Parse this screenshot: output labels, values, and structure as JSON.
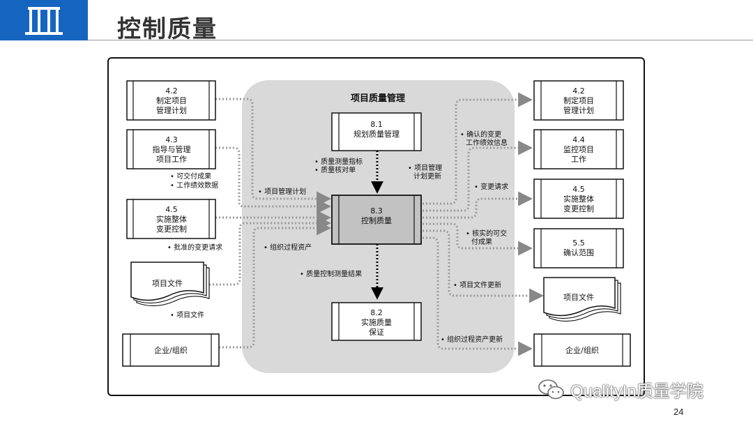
{
  "header": {
    "title": "控制质量"
  },
  "page_number": "24",
  "watermark": "QualityIn质量学院",
  "diagram": {
    "group_title": "项目质量管理",
    "left_boxes": [
      {
        "id": "l42",
        "lines": [
          "4.2",
          "制定项目",
          "管理计划"
        ]
      },
      {
        "id": "l43",
        "lines": [
          "4.3",
          "指导与管理",
          "项目工作"
        ]
      },
      {
        "id": "l45",
        "lines": [
          "4.5",
          "实施整体",
          "变更控制"
        ]
      },
      {
        "id": "ldoc",
        "lines": [
          "项目文件"
        ]
      },
      {
        "id": "lorg",
        "lines": [
          "企业/组织"
        ]
      }
    ],
    "center_boxes": [
      {
        "id": "c81",
        "lines": [
          "8.1",
          "规划质量管理"
        ]
      },
      {
        "id": "c83",
        "lines": [
          "8.3",
          "控制质量"
        ]
      },
      {
        "id": "c82",
        "lines": [
          "8.2",
          "实施质量",
          "保证"
        ]
      }
    ],
    "right_boxes": [
      {
        "id": "r42",
        "lines": [
          "4.2",
          "制定项目",
          "管理计划"
        ]
      },
      {
        "id": "r44",
        "lines": [
          "4.4",
          "监控项目",
          "工作"
        ]
      },
      {
        "id": "r45",
        "lines": [
          "4.5",
          "实施整体",
          "变更控制"
        ]
      },
      {
        "id": "r55",
        "lines": [
          "5.5",
          "确认范围"
        ]
      },
      {
        "id": "rdoc",
        "lines": [
          "项目文件"
        ]
      },
      {
        "id": "rorg",
        "lines": [
          "企业/组织"
        ]
      }
    ],
    "flow_labels": {
      "deliverables": [
        "• 可交付成果",
        "• 工作绩效数据"
      ],
      "pm_plan": "• 项目管理计划",
      "approved_cr": "• 批准的变更请求",
      "opa": "• 组织过程资产",
      "proj_docs_in": "• 项目文件",
      "metrics": [
        "• 质量测量指标",
        "• 质量核对单"
      ],
      "pm_plan_update": [
        "• 项目管理",
        "计划更新"
      ],
      "validated_changes": [
        "• 确认的变更",
        "工作绩效信息"
      ],
      "change_requests": "• 变更请求",
      "verified_deliverables": [
        "• 核实的可交",
        "付成果"
      ],
      "qc_measurements": "• 质量控制测量结果",
      "proj_docs_update": "• 项目文件更新",
      "opa_update": "• 组织过程资产更新"
    }
  }
}
